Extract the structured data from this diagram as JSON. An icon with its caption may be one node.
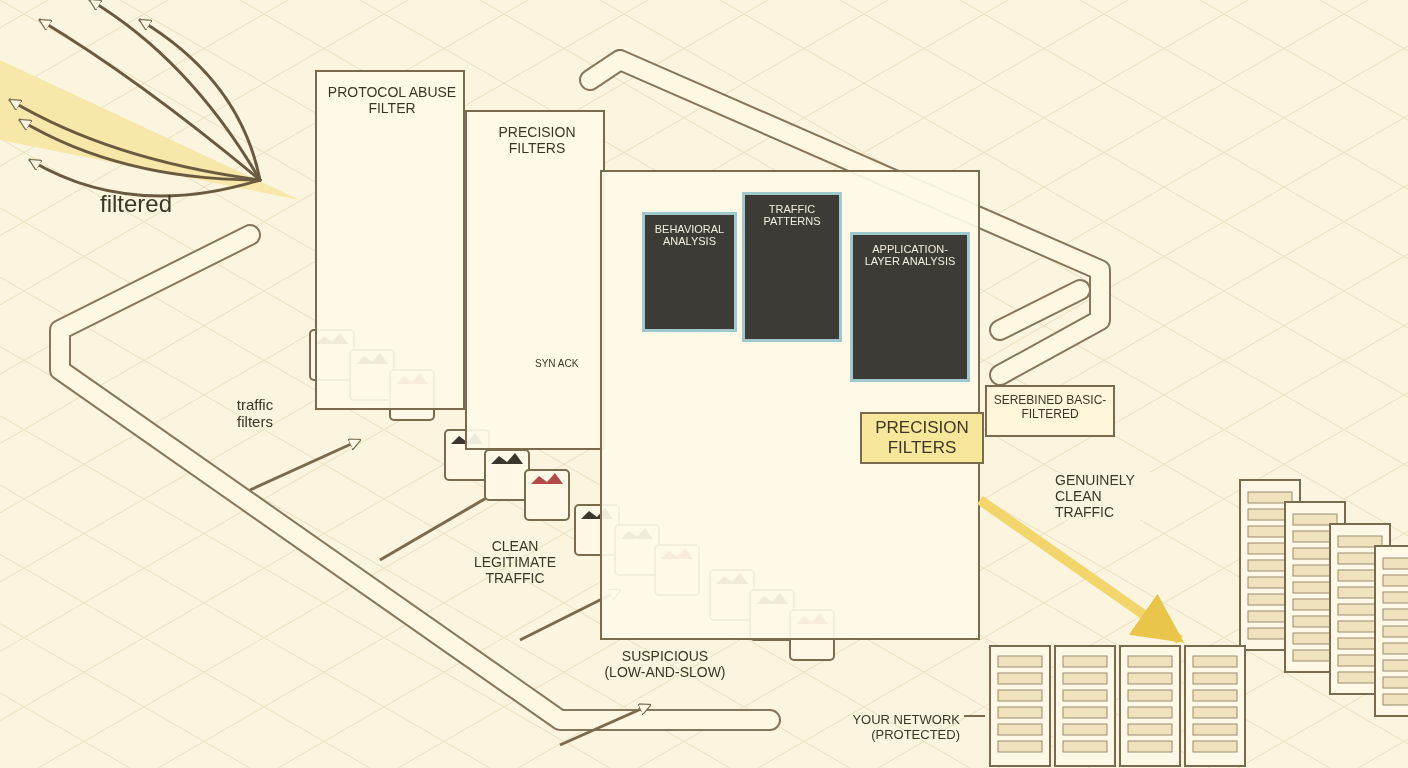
{
  "diagram": {
    "nodes": [
      {
        "text": [
          "PROTOCOL ABUSE FILTER"
        ]
      },
      {
        "text": [
          "PRECISION FILTERS"
        ]
      },
      {
        "text": [
          "PRECISION FILTERS"
        ]
      },
      {
        "text": [
          "BEHAVIORAL ANALYSIS"
        ],
        "in": 2
      },
      {
        "text": [
          "TRAFFIC PATTERNS"
        ],
        "in": 2
      },
      {
        "text": [
          "APPLICATION-LAYER ANALYSIS"
        ],
        "in": 2
      },
      {
        "text": [
          "SEREBINED BASIC-FILTERED"
        ]
      },
      {
        "text": [],
        "shape": "picture"
      },
      {
        "text": [
          "YOUR NETWORK (PROTECTED)"
        ]
      }
    ],
    "edges": [
      {
        "from": 2,
        "to": 7,
        "arrow": "to",
        "label": "GENUINELY CLEAN TRAFFIC",
        "color": "#f2d56b",
        "style": "thick"
      },
      {
        "from": 8,
        "to": 7,
        "arrow": "none",
        "color": "#7a6a4e"
      }
    ],
    "labels": [
      "filtered",
      "SYN ACK",
      "traffic filters",
      "CLEAN LEGITIMATE TRAFFIC",
      "SUSPICIOUS (LOW-AND-SLOW)"
    ]
  }
}
